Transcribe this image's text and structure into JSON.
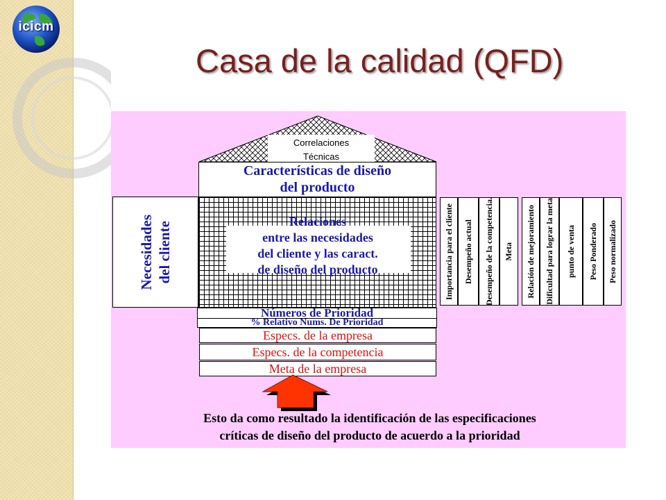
{
  "logo": {
    "text": "icicm"
  },
  "slide": {
    "title": "Casa de la calidad (QFD)"
  },
  "diagram": {
    "roof_label_1": "Correlaciones",
    "roof_label_2": "Técnicas",
    "design_chars_1": "Características de diseño",
    "design_chars_2": "del producto",
    "customer_needs_1": "Necesidades",
    "customer_needs_2": "del cliente",
    "relations": [
      "Relaciones",
      "entre las necesidades",
      "del cliente y las caract.",
      "de diseño del producto"
    ],
    "priority_numbers": "Números de Prioridad",
    "relative_priority": "% Relativo Nums. De Prioridad",
    "company_specs": "Especs. de la empresa",
    "competition_specs": "Especs. de la competencia",
    "company_goal": "Meta de la empresa",
    "columns_group1": [
      "Importancia para el cliente",
      "Desempeño actual",
      "Desempeño de la competencia.",
      "Meta"
    ],
    "columns_group2": [
      "Relación de mejoramiento",
      "Dificultad para lograr la meta",
      "punto de venta",
      "Peso Ponderado",
      "Peso normalizado"
    ],
    "result_1": "Esto da como resultado la identificación de las especificaciones",
    "result_2": "críticas de diseño del producto de acuerdo a la prioridad",
    "colors": {
      "panel": "#ffccff",
      "blue_text": "#1a1aa8",
      "red_text": "#e01010",
      "arrow": "#ff3300",
      "title": "#7a1f1f"
    }
  }
}
